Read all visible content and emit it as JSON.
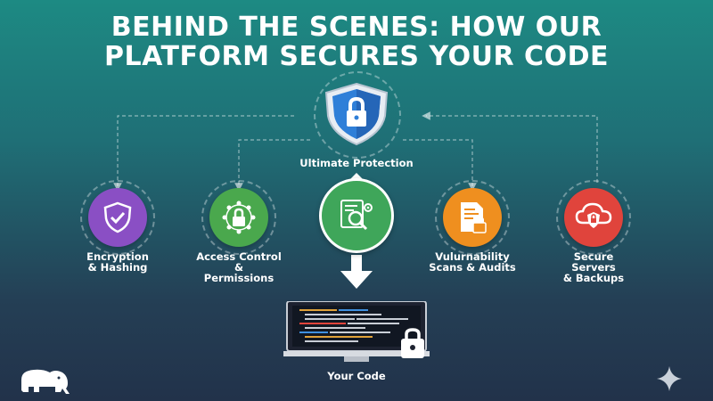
{
  "title": {
    "line1": "BEHIND THE SCENES: HOW OUR",
    "line2": "PLATFORM SECURES YOUR CODE"
  },
  "top_node": {
    "label": "Ultimate Protection",
    "icon": "shield-lock-icon"
  },
  "nodes": [
    {
      "label": "Encryption\n& Hashing",
      "icon": "shield-check-icon",
      "color": "#8a4fc4"
    },
    {
      "label": "Access Control\n&\nPermissions",
      "icon": "network-lock-icon",
      "color": "#4aa84d"
    },
    {
      "label": "",
      "icon": "code-inspect-icon",
      "color": "#3fa65a"
    },
    {
      "label": "Vulurnability\nScans & Audits",
      "icon": "document-lock-icon",
      "color": "#ef8f1f"
    },
    {
      "label": "Secure\nServers\n& Backups",
      "icon": "cloud-shield-icon",
      "color": "#e0443c"
    }
  ],
  "bottom_node": {
    "label": "Your Code",
    "icon": "code-monitor-icon"
  },
  "colors": {
    "accent_blue": "#2f7fd8",
    "arrow": "#ffffff"
  }
}
